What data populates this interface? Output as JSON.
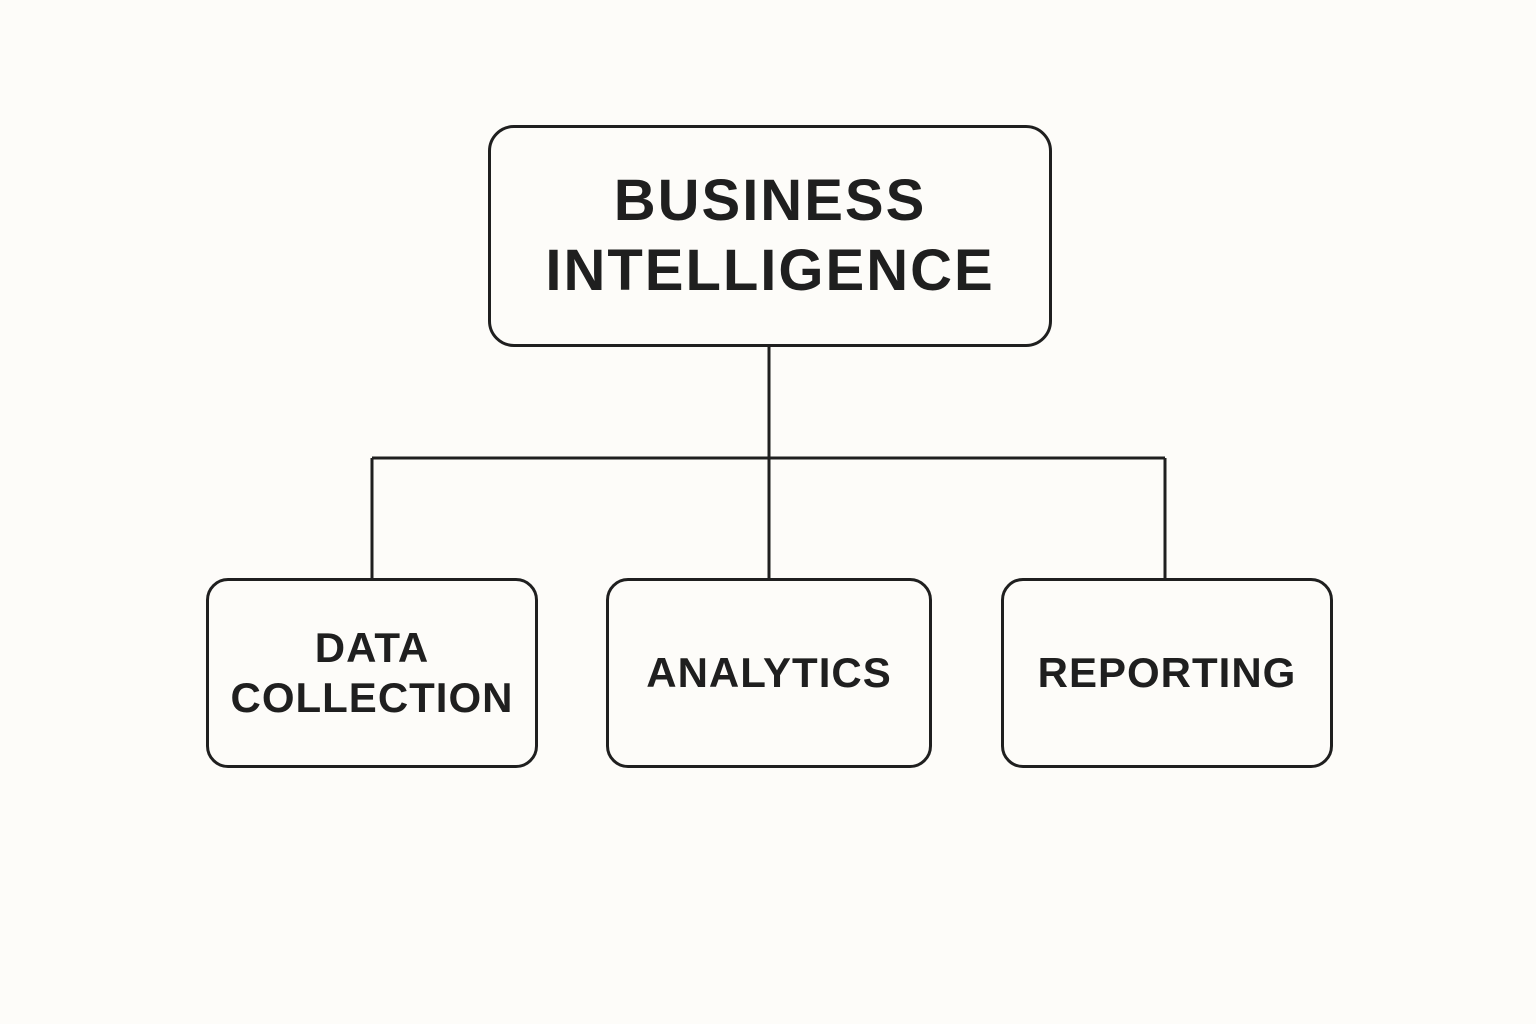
{
  "diagram": {
    "root": {
      "label": "BUSINESS\nINTELLIGENCE"
    },
    "children": [
      {
        "label": "DATA\nCOLLECTION"
      },
      {
        "label": "ANALYTICS"
      },
      {
        "label": "REPORTING"
      }
    ],
    "colors": {
      "background": "#fdfcf9",
      "stroke": "#1f1f1f",
      "text": "#1f1f1f"
    }
  }
}
